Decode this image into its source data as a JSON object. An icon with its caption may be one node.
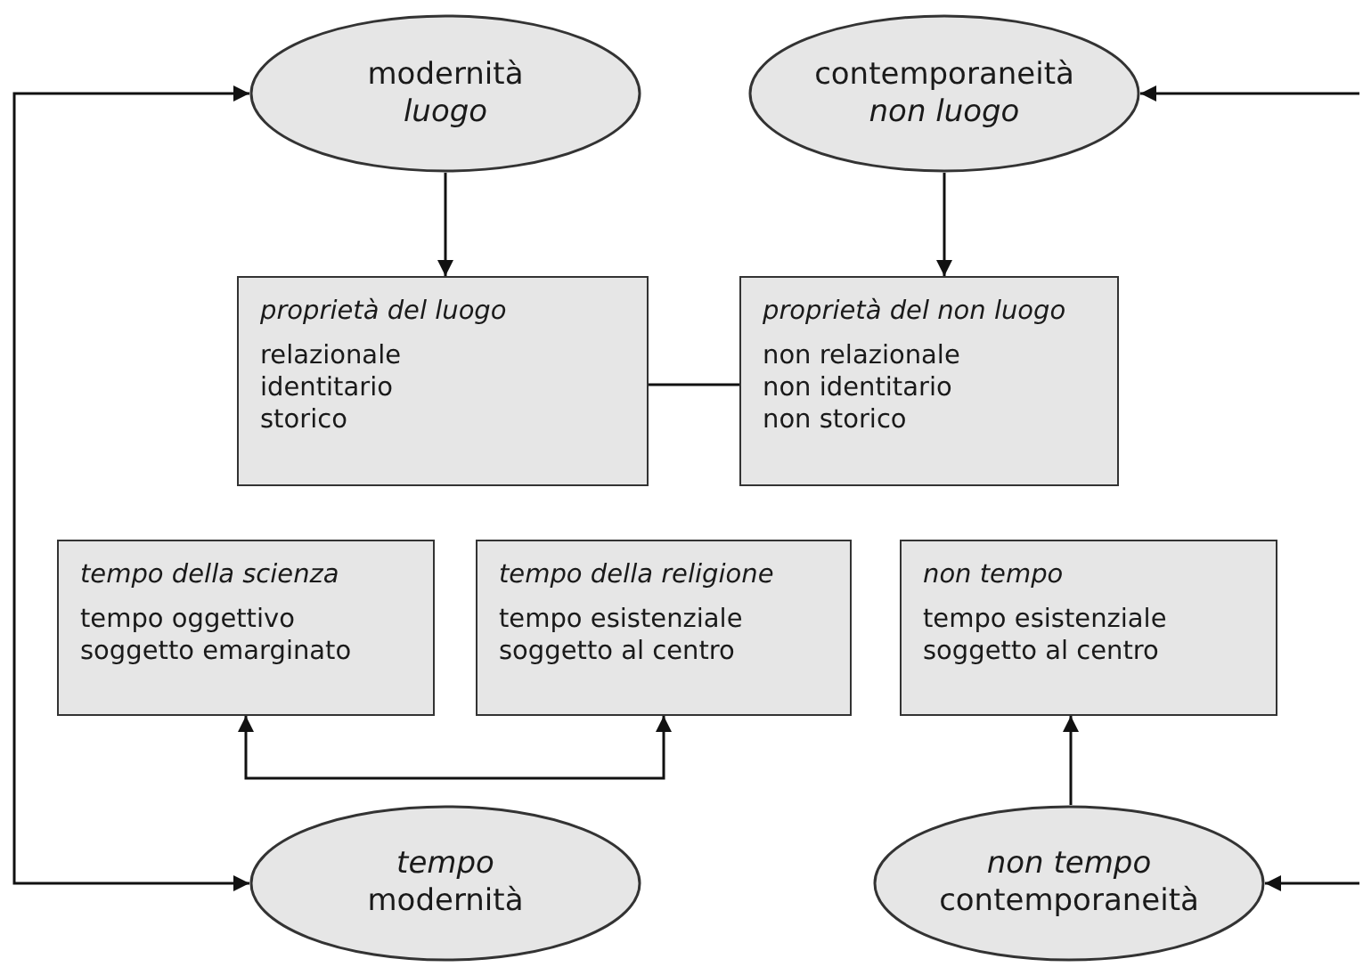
{
  "diagram": {
    "nodes": [
      {
        "text": [
          "modernità",
          "luogo"
        ]
      },
      {
        "text": [
          "contemporaneità",
          "non luogo"
        ]
      },
      {
        "text": [
          "proprietà del luogo",
          "relazionale",
          "identitario",
          "storico"
        ]
      },
      {
        "text": [
          "proprietà del non luogo",
          "non relazionale",
          "non identitario",
          "non storico"
        ]
      },
      {
        "text": [
          "tempo della scienza",
          "tempo oggettivo",
          "soggetto emarginato"
        ]
      },
      {
        "text": [
          "tempo della religione",
          "tempo esistenziale",
          "soggetto al centro"
        ]
      },
      {
        "text": [
          "non tempo",
          "tempo esistenziale",
          "soggetto al centro"
        ]
      },
      {
        "text": [
          "tempo",
          "modernità"
        ]
      },
      {
        "text": [
          "non tempo",
          "contemporaneità"
        ]
      }
    ],
    "edges": [
      {
        "from": 0,
        "to": 2,
        "arrow": "to"
      },
      {
        "from": 1,
        "to": 3,
        "arrow": "to"
      },
      {
        "from": 2,
        "to": 3,
        "arrow": "none"
      },
      {
        "from": 4,
        "to": 5,
        "arrow": "both"
      },
      {
        "from": 8,
        "to": 6,
        "arrow": "to"
      },
      {
        "from": 7,
        "to": 0,
        "arrow": "both"
      },
      {
        "from": null,
        "to": 1,
        "arrow": "to"
      },
      {
        "from": null,
        "to": 8,
        "arrow": "to"
      }
    ]
  }
}
